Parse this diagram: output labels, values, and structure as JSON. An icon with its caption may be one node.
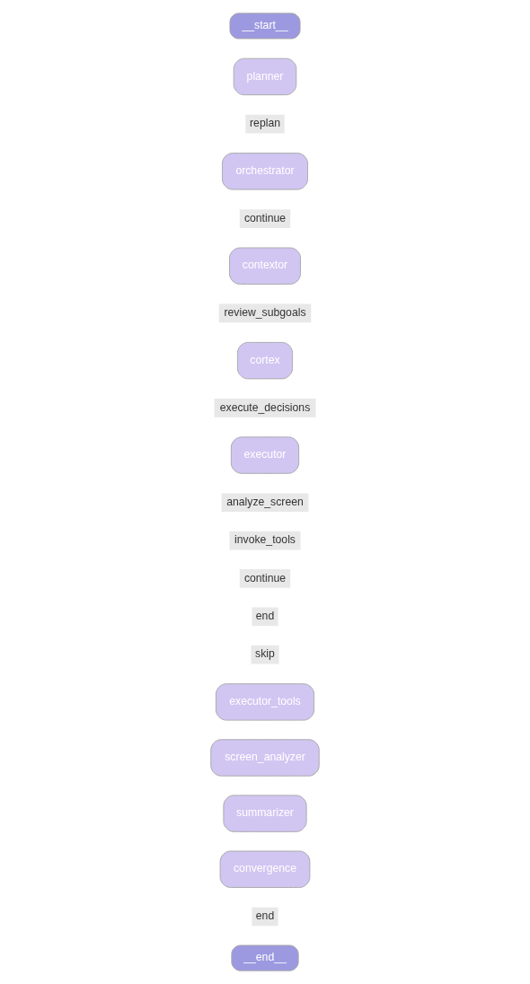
{
  "diagram": {
    "nodes": [
      {
        "text": [
          "__start__"
        ]
      },
      {
        "text": [
          "planner"
        ]
      },
      {
        "text": [
          "orchestrator"
        ]
      },
      {
        "text": [
          "contextor"
        ]
      },
      {
        "text": [
          "cortex"
        ]
      },
      {
        "text": [
          "executor"
        ]
      },
      {
        "text": [
          "executor_tools"
        ]
      },
      {
        "text": [
          "screen_analyzer"
        ]
      },
      {
        "text": [
          "summarizer"
        ]
      },
      {
        "text": [
          "convergence"
        ]
      },
      {
        "text": [
          "__end__"
        ]
      }
    ],
    "labels": [
      "replan",
      "continue",
      "review_subgoals",
      "execute_decisions",
      "analyze_screen",
      "invoke_tools",
      "continue",
      "end",
      "skip",
      "end"
    ]
  }
}
